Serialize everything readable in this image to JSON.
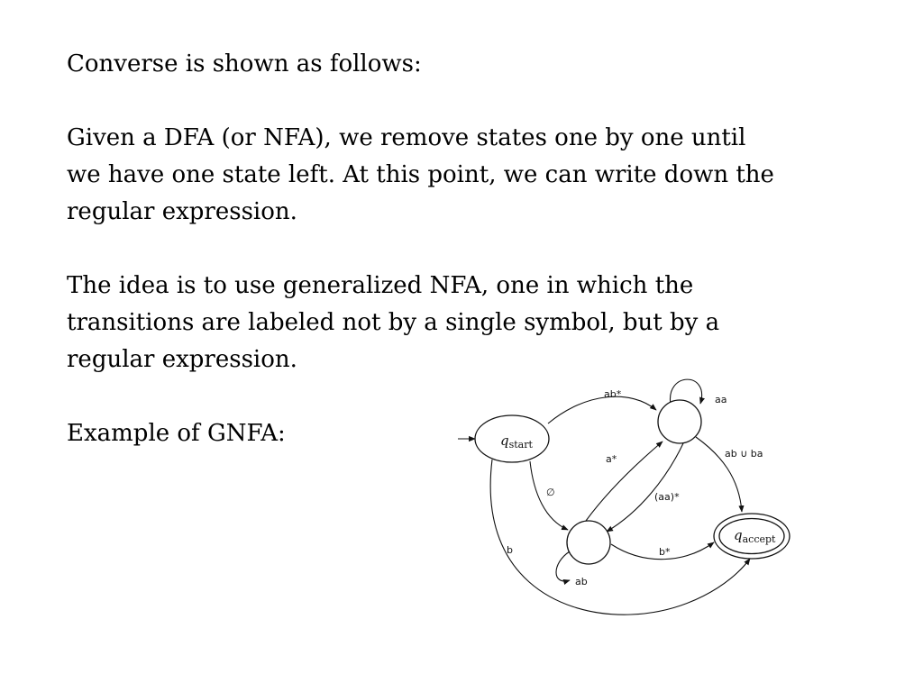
{
  "slide": {
    "lines": [
      "Converse is shown as follows:",
      "Given a DFA (or NFA), we remove states one by one until",
      "we have one state left. At this point, we can write down the",
      "regular expression.",
      "The idea is to use generalized NFA, one in which the",
      "transitions are labeled not by a single symbol, but by a",
      "regular expression.",
      "Example of GNFA:"
    ]
  },
  "diagram": {
    "states": {
      "start": {
        "base": "q",
        "subscript": "start"
      },
      "accept": {
        "base": "q",
        "subscript": "accept"
      }
    },
    "transitions": {
      "start_to_top": "ab*",
      "top_self_loop": "aa",
      "top_to_accept": "ab ∪ ba",
      "bottom_to_top": "a*",
      "start_to_bottom": "∅",
      "top_to_bottom": "(aa)*",
      "bottom_to_accept": "b*",
      "start_to_accept": "b",
      "bottom_self_loop": "ab"
    },
    "colors": {
      "ink": "#111111",
      "background": "#ffffff"
    }
  }
}
